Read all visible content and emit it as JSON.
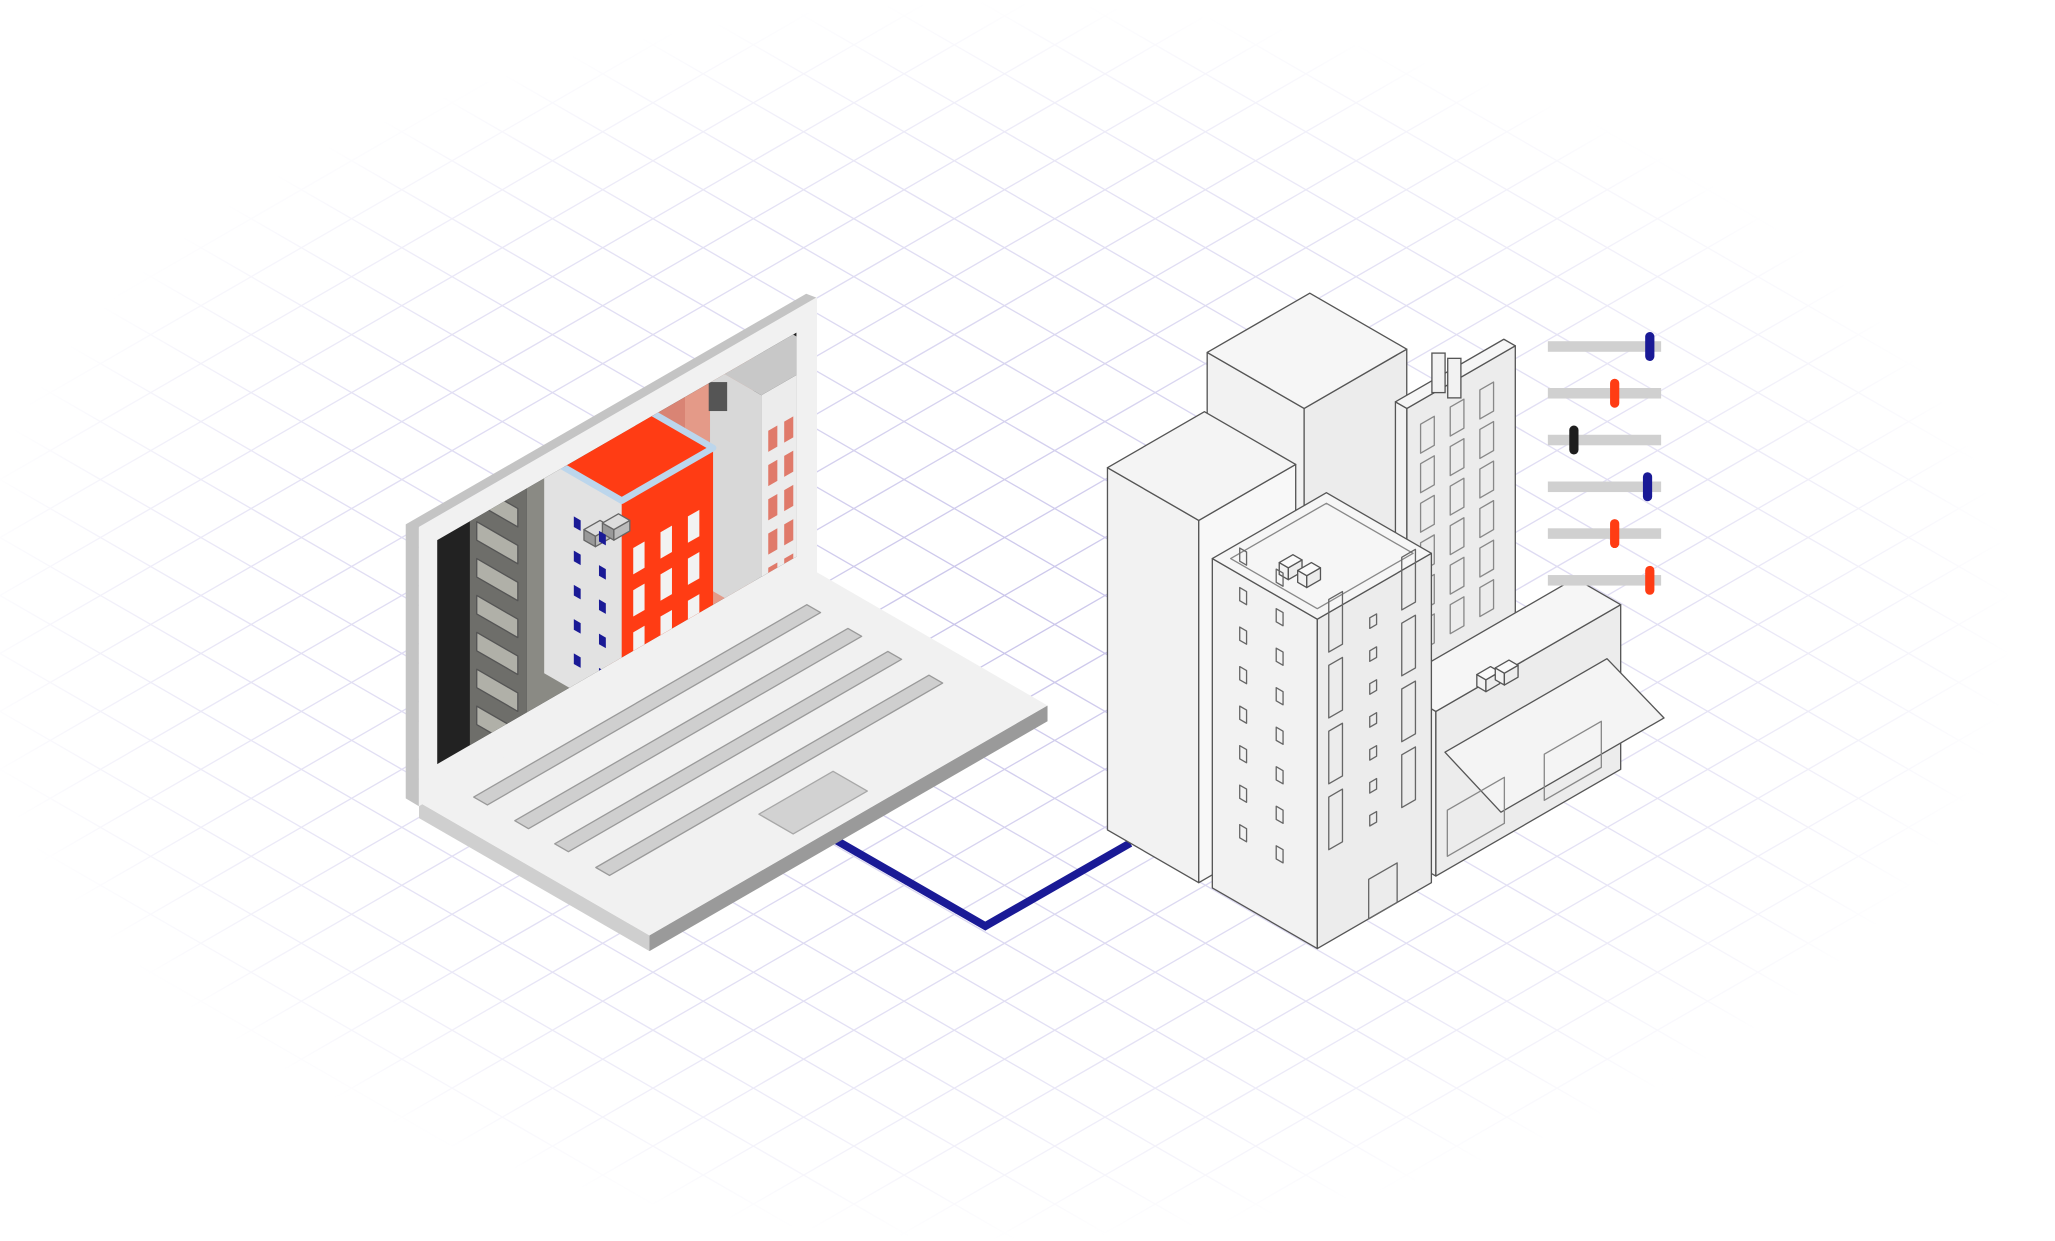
{
  "colors": {
    "accent_blue": "#1a1a96",
    "accent_red": "#ff3c14",
    "knob_black": "#1e1e1e",
    "track": "#d0d0d0",
    "grid": "#c9c4ea",
    "outline": "#555555"
  },
  "sliders": [
    {
      "value": 0.9,
      "color": "blue"
    },
    {
      "value": 0.59,
      "color": "red"
    },
    {
      "value": 0.23,
      "color": "black"
    },
    {
      "value": 0.88,
      "color": "blue"
    },
    {
      "value": 0.59,
      "color": "red"
    },
    {
      "value": 0.9,
      "color": "red"
    }
  ]
}
